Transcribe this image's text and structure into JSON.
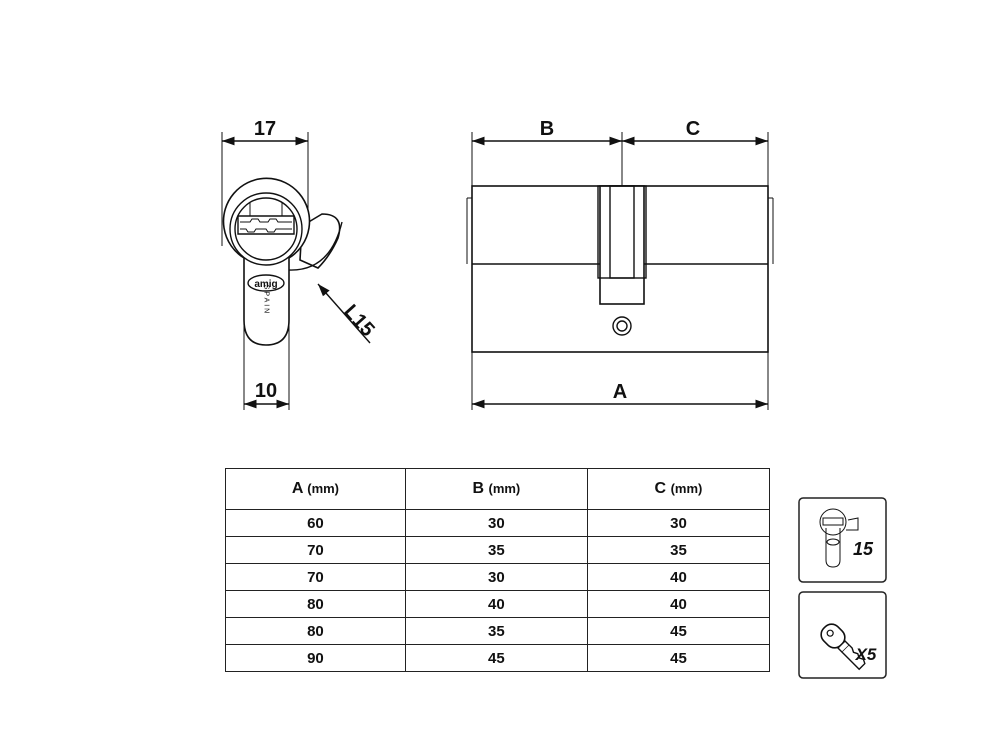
{
  "dimensions": {
    "width_top": "17",
    "width_bottom": "10",
    "cam_label": "L15",
    "length_b": "B",
    "length_c": "C",
    "length_a": "A"
  },
  "front_view": {
    "brand": "amig",
    "origin": "SPAIN"
  },
  "table": {
    "headers": [
      {
        "letter": "A",
        "unit": "(mm)"
      },
      {
        "letter": "B",
        "unit": "(mm)"
      },
      {
        "letter": "C",
        "unit": "(mm)"
      }
    ],
    "rows": [
      [
        "60",
        "30",
        "30"
      ],
      [
        "70",
        "35",
        "35"
      ],
      [
        "70",
        "30",
        "40"
      ],
      [
        "80",
        "40",
        "40"
      ],
      [
        "80",
        "35",
        "45"
      ],
      [
        "90",
        "45",
        "45"
      ]
    ]
  },
  "badges": {
    "cam": {
      "label": "15",
      "icon": "cam-cylinder-icon"
    },
    "keys": {
      "label": "X5",
      "icon": "key-icon"
    }
  }
}
